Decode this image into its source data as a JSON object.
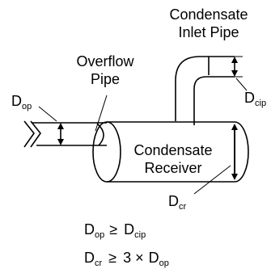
{
  "labels": {
    "condensate_inlet_pipe": [
      "Condensate",
      "Inlet Pipe"
    ],
    "overflow_pipe": [
      "Overflow",
      "Pipe"
    ],
    "condensate_receiver": [
      "Condensate",
      "Receiver"
    ],
    "d_op": {
      "base": "D",
      "sub": "op"
    },
    "d_cip": {
      "base": "D",
      "sub": "cip"
    },
    "d_cr": {
      "base": "D",
      "sub": "cr"
    }
  },
  "equations": {
    "eq1": {
      "lhs_base": "D",
      "lhs_sub": "op",
      "op": "≥",
      "rhs_base": "D",
      "rhs_sub": "cip"
    },
    "eq2": {
      "lhs_base": "D",
      "lhs_sub": "cr",
      "op": "≥",
      "coef": "3 ×",
      "rhs_base": "D",
      "rhs_sub": "op"
    }
  },
  "colors": {
    "stroke": "#000000",
    "background": "#ffffff"
  }
}
